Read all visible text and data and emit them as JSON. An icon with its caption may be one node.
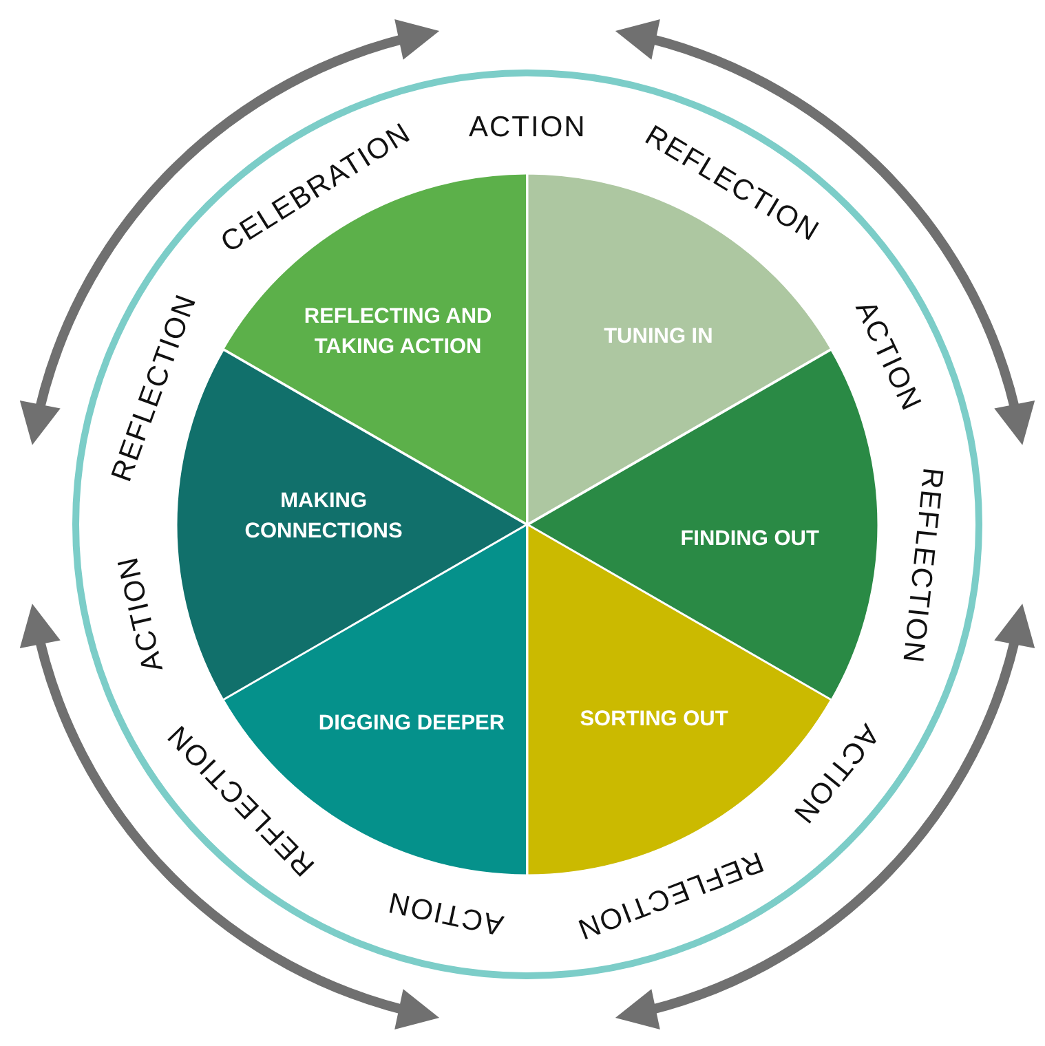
{
  "diagram": {
    "nodes": [
      {
        "text": [
          "REFLECTING AND TAKING ACTION"
        ]
      },
      {
        "text": [
          "TUNING IN"
        ]
      },
      {
        "text": [
          "MAKING CONNECTIONS"
        ]
      },
      {
        "text": [
          "FINDING OUT"
        ]
      },
      {
        "text": [
          "DIGGING DEEPER"
        ]
      },
      {
        "text": [
          "SORTING OUT"
        ]
      }
    ],
    "labels": [
      "ACTION",
      "REFLECTION",
      "ACTION",
      "REFLECTION",
      "ACTION",
      "REFLECTION",
      "ACTION",
      "REFLECTION",
      "ACTION",
      "REFLECTION",
      "CELEBRATION"
    ]
  }
}
